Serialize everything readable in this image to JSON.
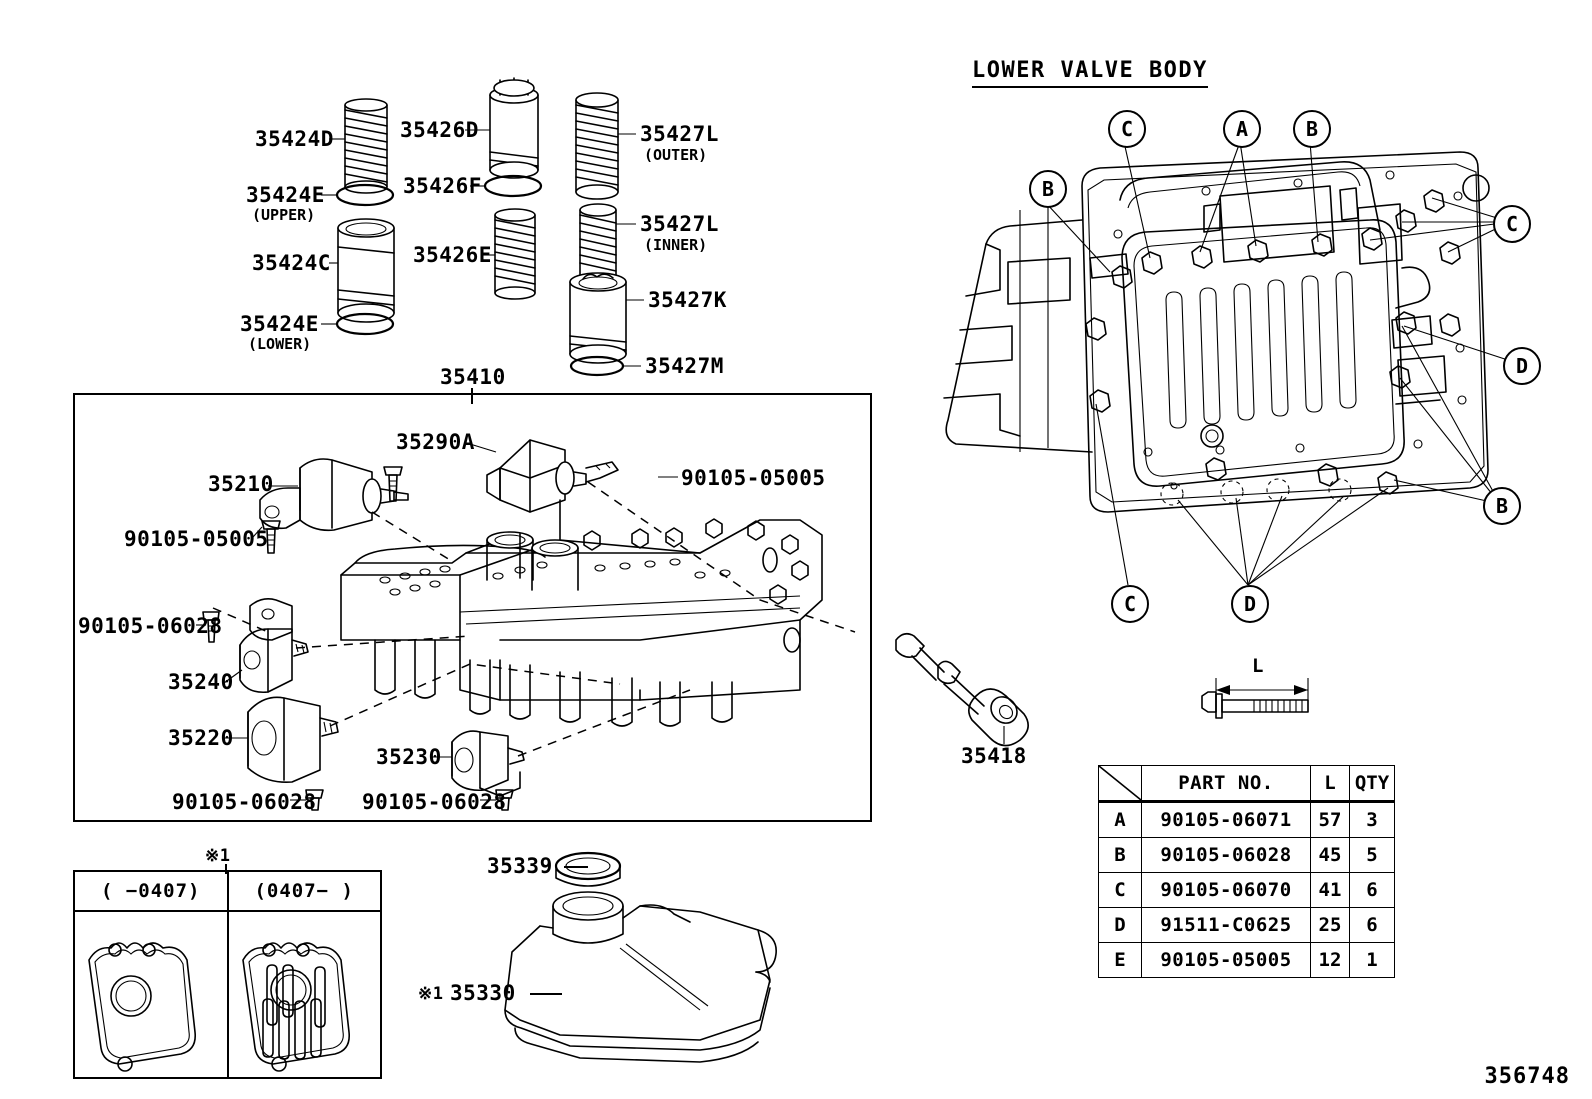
{
  "diagram": {
    "reference_number": "356748",
    "section_title": "LOWER VALVE BODY",
    "note_marker": "※1"
  },
  "top_parts": [
    {
      "id": "p35424D",
      "number": "35424D",
      "note": ""
    },
    {
      "id": "p35424E_upper",
      "number": "35424E",
      "note": "(UPPER)"
    },
    {
      "id": "p35424C",
      "number": "35424C",
      "note": ""
    },
    {
      "id": "p35424E_lower",
      "number": "35424E",
      "note": "(LOWER)"
    },
    {
      "id": "p35426D",
      "number": "35426D",
      "note": ""
    },
    {
      "id": "p35426F",
      "number": "35426F",
      "note": ""
    },
    {
      "id": "p35426E",
      "number": "35426E",
      "note": ""
    },
    {
      "id": "p35427L_outer",
      "number": "35427L",
      "note": "(OUTER)"
    },
    {
      "id": "p35427L_inner",
      "number": "35427L",
      "note": "(INNER)"
    },
    {
      "id": "p35427K",
      "number": "35427K",
      "note": ""
    },
    {
      "id": "p35427M",
      "number": "35427M",
      "note": ""
    }
  ],
  "assembly": {
    "assembly_number": "35410",
    "parts": [
      {
        "id": "p35290A",
        "number": "35290A"
      },
      {
        "id": "p35210",
        "number": "35210"
      },
      {
        "id": "p35240",
        "number": "35240"
      },
      {
        "id": "p35220",
        "number": "35220"
      },
      {
        "id": "p35230",
        "number": "35230"
      },
      {
        "id": "p35418",
        "number": "35418"
      }
    ],
    "bolts": [
      {
        "id": "b1",
        "number": "90105-05005"
      },
      {
        "id": "b2",
        "number": "90105-05005"
      },
      {
        "id": "b3",
        "number": "90105-06028"
      },
      {
        "id": "b4",
        "number": "90105-06028"
      },
      {
        "id": "b5",
        "number": "90105-06028"
      }
    ]
  },
  "pan": {
    "gasket_number": "35339",
    "pan_number": "35330",
    "pan_marker": "※1"
  },
  "inset": {
    "marker": "※1",
    "columns": [
      {
        "label": "(   −0407)"
      },
      {
        "label": "(0407−   )"
      }
    ]
  },
  "callouts": [
    {
      "id": "c1",
      "letter": "C"
    },
    {
      "id": "c2",
      "letter": "A"
    },
    {
      "id": "c3",
      "letter": "B"
    },
    {
      "id": "c4",
      "letter": "B"
    },
    {
      "id": "c5",
      "letter": "C"
    },
    {
      "id": "c6",
      "letter": "D"
    },
    {
      "id": "c7",
      "letter": "B"
    },
    {
      "id": "c8",
      "letter": "C"
    },
    {
      "id": "c9",
      "letter": "D"
    }
  ],
  "bolt_legend": {
    "length_label": "L"
  },
  "parts_table": {
    "headers": [
      "",
      "PART NO.",
      "L",
      "QTY"
    ],
    "rows": [
      {
        "key": "A",
        "part_no": "90105-06071",
        "length": "57",
        "qty": "3"
      },
      {
        "key": "B",
        "part_no": "90105-06028",
        "length": "45",
        "qty": "5"
      },
      {
        "key": "C",
        "part_no": "90105-06070",
        "length": "41",
        "qty": "6"
      },
      {
        "key": "D",
        "part_no": "91511-C0625",
        "length": "25",
        "qty": "6"
      },
      {
        "key": "E",
        "part_no": "90105-05005",
        "length": "12",
        "qty": "1"
      }
    ]
  }
}
